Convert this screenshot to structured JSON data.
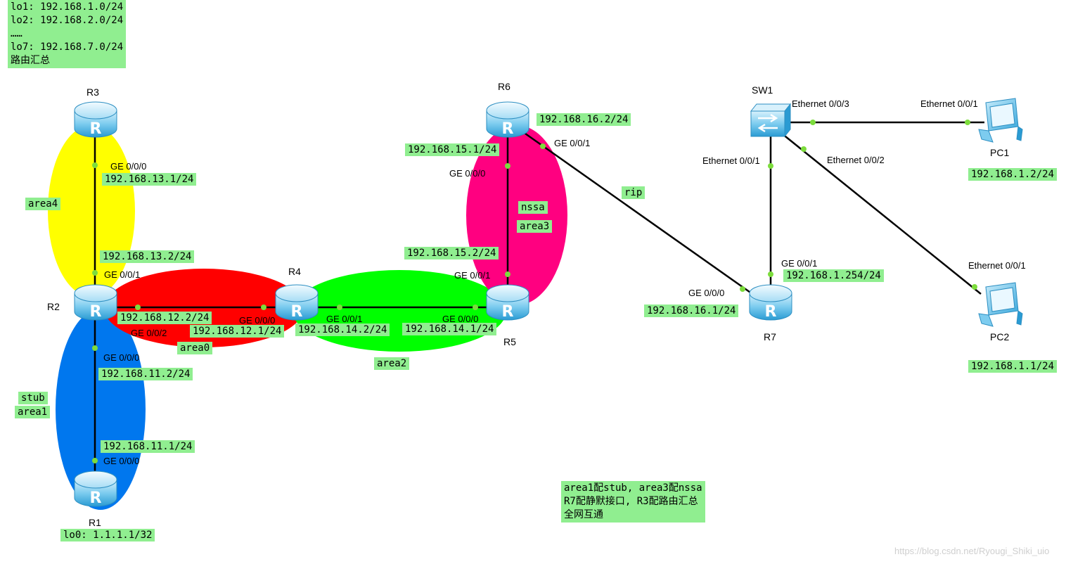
{
  "notes": {
    "loopbacks": "lo1: 192.168.1.0/24\nlo2: 192.168.2.0/24\n……\nlo7: 192.168.7.0/24\n路由汇总",
    "requirements": "area1配stub, area3配nssa\nR7配静默接口, R3配路由汇总\n全网互通"
  },
  "areas": {
    "area4": "area4",
    "area0": "area0",
    "area2": "area2",
    "area1_stub": "stub",
    "area1": "area1",
    "area3_nssa": "nssa",
    "area3": "area3",
    "rip": "rip"
  },
  "colors": {
    "area4": "#ffff00",
    "area0": "#ff0000",
    "area2": "#00ff00",
    "area1": "#0077ee",
    "area3": "#ff0080",
    "label_bg": "#90ee90"
  },
  "devices": {
    "r1": "R1",
    "r2": "R2",
    "r3": "R3",
    "r4": "R4",
    "r5": "R5",
    "r6": "R6",
    "r7": "R7",
    "sw1": "SW1",
    "pc1": "PC1",
    "pc2": "PC2",
    "r1_lo0": "lo0: 1.1.1.1/32"
  },
  "ips": {
    "r3_g000": "192.168.13.1/24",
    "r2_g001": "192.168.13.2/24",
    "r2_g002": "192.168.12.2/24",
    "r4_g000": "192.168.12.1/24",
    "r4_g001": "192.168.14.2/24",
    "r5_g000": "192.168.14.1/24",
    "r2_g000": "192.168.11.2/24",
    "r1_g000": "192.168.11.1/24",
    "r6_g000": "192.168.15.1/24",
    "r5_g001": "192.168.15.2/24",
    "r6_g001": "192.168.16.2/24",
    "r7_g000": "192.168.16.1/24",
    "r7_g001": "192.168.1.254/24",
    "pc1": "192.168.1.2/24",
    "pc2": "192.168.1.1/24"
  },
  "ports": {
    "r3_g000": "GE 0/0/0",
    "r2_g001": "GE 0/0/1",
    "r2_g002": "GE 0/0/2",
    "r4_g000": "GE 0/0/0",
    "r4_g001": "GE 0/0/1",
    "r5_g000": "GE 0/0/0",
    "r5_g001": "GE 0/0/1",
    "r2_g000": "GE 0/0/0",
    "r1_g000": "GE 0/0/0",
    "r6_g000": "GE 0/0/0",
    "r6_g001": "GE 0/0/1",
    "r7_g000": "GE 0/0/0",
    "r7_g001": "GE 0/0/1",
    "sw1_e003": "Ethernet 0/0/3",
    "sw1_e001": "Ethernet 0/0/1",
    "sw1_e002": "Ethernet 0/0/2",
    "pc1_e001": "Ethernet 0/0/1",
    "pc2_e001": "Ethernet 0/0/1"
  },
  "watermark": "https://blog.csdn.net/Ryougi_Shiki_uio"
}
